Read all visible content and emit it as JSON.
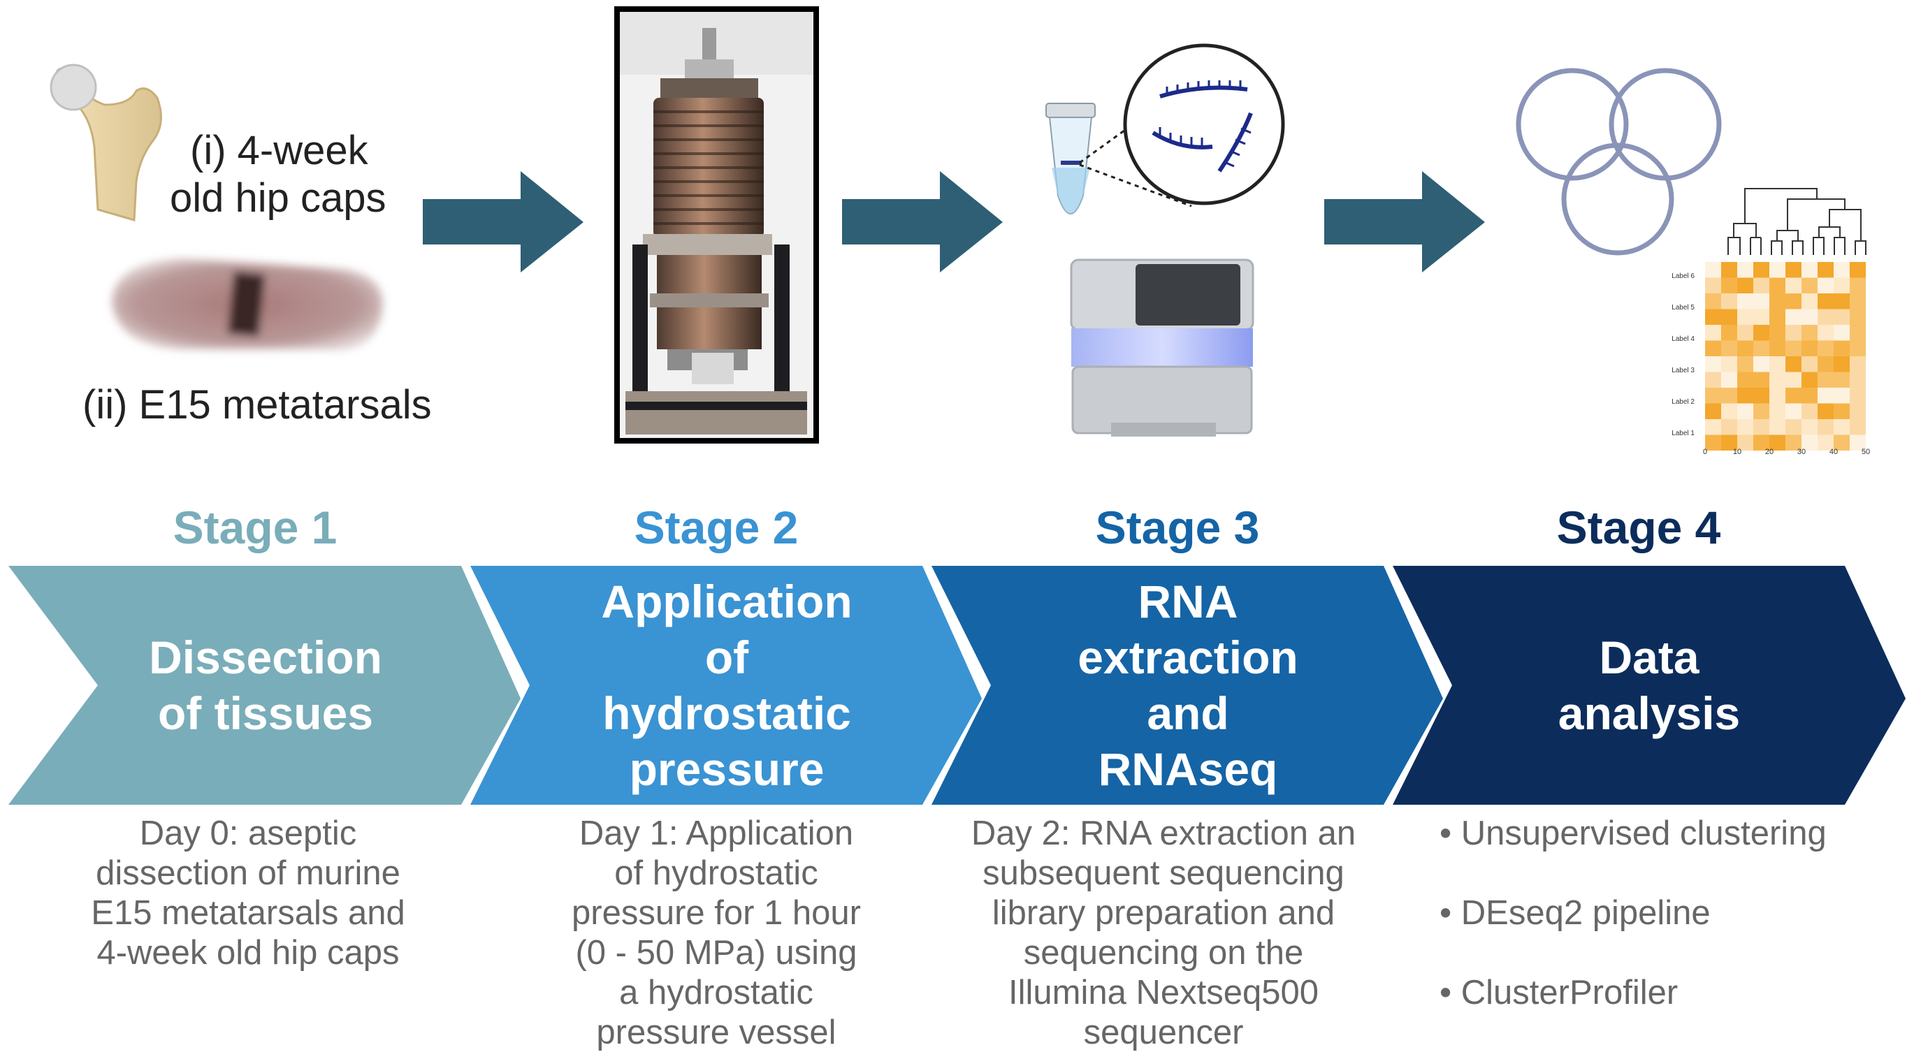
{
  "top": {
    "hip_label_line1": "(i) 4-week",
    "hip_label_line2": "old hip caps",
    "metatarsal_label": "(ii) E15 metatarsals"
  },
  "heatmap": {
    "row_labels": [
      "Label 6",
      "Label 5",
      "Label 4",
      "Label 3",
      "Label 2",
      "Label 1"
    ],
    "x_ticks": [
      "0",
      "10",
      "20",
      "30",
      "40",
      "50"
    ]
  },
  "stages": [
    {
      "title": "Stage 1",
      "title_color": "#79adb9",
      "fill": "#79adb9",
      "lines": [
        "Dissection",
        "of tissues"
      ],
      "desc": [
        "Day 0: aseptic",
        "dissection of murine",
        "E15 metatarsals and",
        "4-week old hip caps"
      ]
    },
    {
      "title": "Stage 2",
      "title_color": "#3a93d3",
      "fill": "#3a93d3",
      "lines": [
        "Application",
        "of",
        "hydrostatic",
        "pressure"
      ],
      "desc": [
        "Day 1: Application",
        "of hydrostatic",
        "pressure for 1 hour",
        "(0 - 50 MPa) using",
        "a hydrostatic",
        "pressure vessel"
      ]
    },
    {
      "title": "Stage 3",
      "title_color": "#1564a6",
      "fill": "#1564a6",
      "lines": [
        "RNA",
        "extraction",
        "and",
        "RNAseq"
      ],
      "desc": [
        "Day 2: RNA extraction an",
        "subsequent sequencing",
        "library preparation and",
        "sequencing on the",
        "Illumina Nextseq500",
        "sequencer"
      ]
    },
    {
      "title": "Stage 4",
      "title_color": "#0c2d5c",
      "fill": "#0c2d5c",
      "lines": [
        "Data",
        "analysis"
      ],
      "bullets": [
        "• Unsupervised clustering",
        "• DEseq2 pipeline",
        "• ClusterProfiler"
      ]
    }
  ]
}
